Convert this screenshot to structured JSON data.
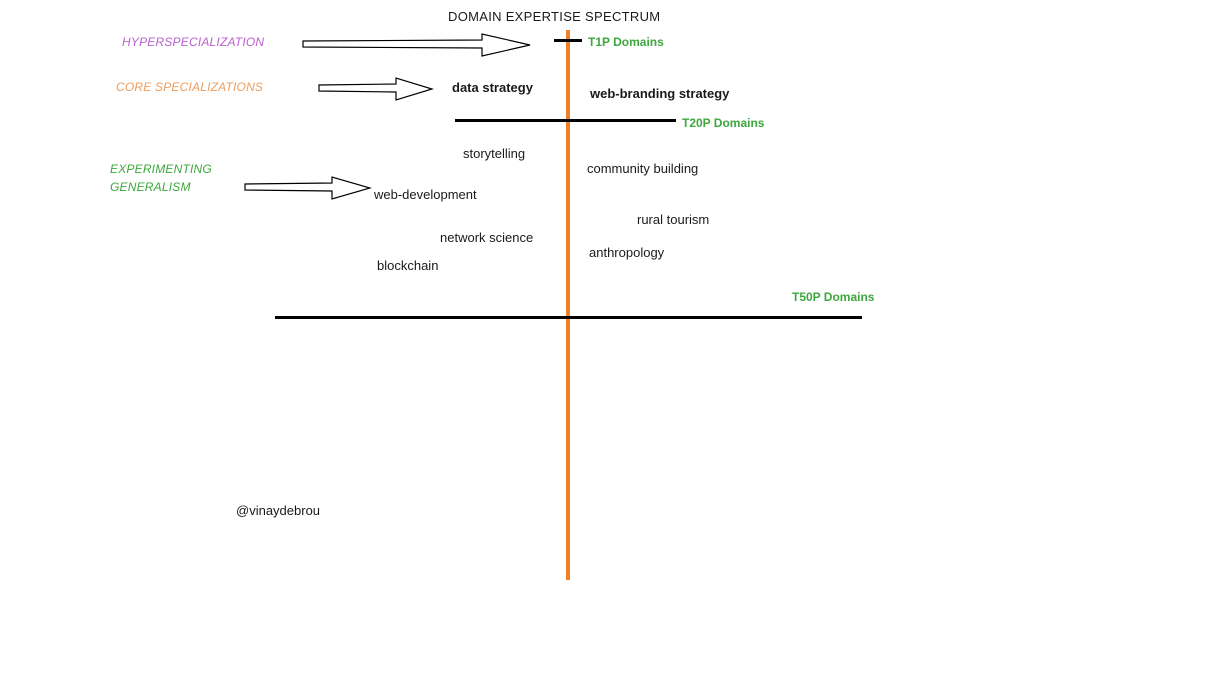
{
  "title": "DOMAIN EXPERTISE SPECTRUM",
  "colors": {
    "text": "#1a1a1a",
    "hyperspecialization": "#B95FD0",
    "core_specializations": "#EE9D5C",
    "experimenting_generalism": "#3EA73E",
    "tier_labels": "#3EA73E",
    "axis_line": "#F0812B"
  },
  "left_labels": {
    "hyperspecialization": "HYPERSPECIALIZATION",
    "core_specializations": "CORE SPECIALIZATIONS",
    "experimenting_generalism_line1": "EXPERIMENTING",
    "experimenting_generalism_line2": "GENERALISM"
  },
  "tiers": {
    "t1p": "T1P Domains",
    "t20p": "T20P Domains",
    "t50p": "T50P Domains"
  },
  "domains": {
    "data_strategy": "data strategy",
    "web_branding_strategy": "web-branding strategy",
    "storytelling": "storytelling",
    "community_building": "community building",
    "web_development": "web-development",
    "rural_tourism": "rural tourism",
    "network_science": "network science",
    "anthropology": "anthropology",
    "blockchain": "blockchain"
  },
  "credit": "@vinaydebrou"
}
